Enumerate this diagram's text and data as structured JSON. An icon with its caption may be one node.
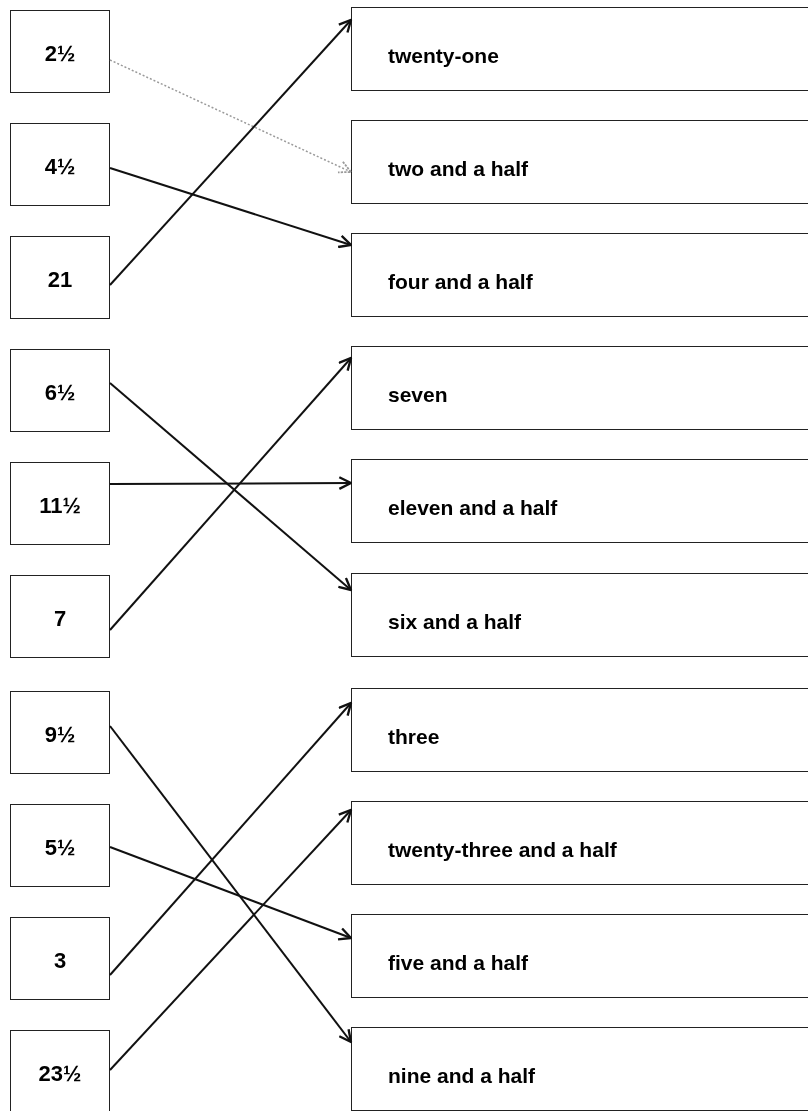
{
  "diagram": {
    "nodes": [
      {
        "text": [
          "2½"
        ]
      },
      {
        "text": [
          "4½"
        ]
      },
      {
        "text": [
          "21"
        ]
      },
      {
        "text": [
          "6½"
        ]
      },
      {
        "text": [
          "11½"
        ]
      },
      {
        "text": [
          "7"
        ]
      },
      {
        "text": [
          "9½"
        ]
      },
      {
        "text": [
          "5½"
        ]
      },
      {
        "text": [
          "3"
        ]
      },
      {
        "text": [
          "23½"
        ]
      },
      {
        "text": [
          "twenty-one"
        ]
      },
      {
        "text": [
          "two and a half"
        ]
      },
      {
        "text": [
          "four and a half"
        ]
      },
      {
        "text": [
          "seven"
        ]
      },
      {
        "text": [
          "eleven and a half"
        ]
      },
      {
        "text": [
          "six and a half"
        ]
      },
      {
        "text": [
          "three"
        ]
      },
      {
        "text": [
          "twenty-three and a half"
        ]
      },
      {
        "text": [
          "five and a half"
        ]
      },
      {
        "text": [
          "nine and a half"
        ]
      }
    ],
    "edges": [
      {
        "from": 0,
        "to": 11,
        "arrow": "to",
        "style": "dashed",
        "color": "#9a9a9a"
      },
      {
        "from": 1,
        "to": 12,
        "arrow": "to"
      },
      {
        "from": 2,
        "to": 10,
        "arrow": "to"
      },
      {
        "from": 3,
        "to": 15,
        "arrow": "to"
      },
      {
        "from": 4,
        "to": 14,
        "arrow": "to"
      },
      {
        "from": 5,
        "to": 13,
        "arrow": "to"
      },
      {
        "from": 6,
        "to": 19,
        "arrow": "to"
      },
      {
        "from": 7,
        "to": 18,
        "arrow": "to"
      },
      {
        "from": 8,
        "to": 16,
        "arrow": "to"
      },
      {
        "from": 9,
        "to": 17,
        "arrow": "to"
      }
    ]
  }
}
